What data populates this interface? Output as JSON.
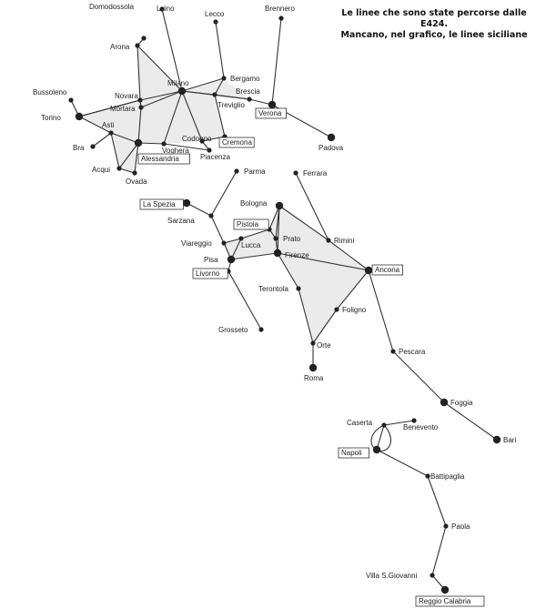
{
  "caption": {
    "line1": "Le linee che sono state percorse dalle E424.",
    "line2": "Mancano, nel grafico, le linee siciliane"
  },
  "cities": [
    {
      "key": "domodossola",
      "name": "Domodossola",
      "boxed": false,
      "big": false
    },
    {
      "key": "luino",
      "name": "Luino",
      "boxed": false,
      "big": false
    },
    {
      "key": "lecco",
      "name": "Lecco",
      "boxed": false,
      "big": false
    },
    {
      "key": "brennero",
      "name": "Brennero",
      "boxed": false,
      "big": false
    },
    {
      "key": "arona",
      "name": "Arona",
      "boxed": false,
      "big": false
    },
    {
      "key": "bergamo",
      "name": "Bergamo",
      "boxed": false,
      "big": false
    },
    {
      "key": "bussoleno",
      "name": "Bussoleno",
      "boxed": false,
      "big": false
    },
    {
      "key": "milano",
      "name": "Milano",
      "boxed": false,
      "big": true
    },
    {
      "key": "novara",
      "name": "Novara",
      "boxed": false,
      "big": false
    },
    {
      "key": "brescia",
      "name": "Brescia",
      "boxed": false,
      "big": false
    },
    {
      "key": "mortara",
      "name": "Mortara",
      "boxed": false,
      "big": false
    },
    {
      "key": "treviglio",
      "name": "Treviglio",
      "boxed": false,
      "big": false
    },
    {
      "key": "verona",
      "name": "Verona",
      "boxed": true,
      "big": true
    },
    {
      "key": "torino",
      "name": "Torino",
      "boxed": false,
      "big": true
    },
    {
      "key": "asti",
      "name": "Asti",
      "boxed": false,
      "big": false
    },
    {
      "key": "padova",
      "name": "Padova",
      "boxed": false,
      "big": true
    },
    {
      "key": "codogno",
      "name": "Codogno",
      "boxed": false,
      "big": false
    },
    {
      "key": "cremona",
      "name": "Cremona",
      "boxed": true,
      "big": false
    },
    {
      "key": "bra",
      "name": "Bra",
      "boxed": false,
      "big": false
    },
    {
      "key": "voghera",
      "name": "Voghera",
      "boxed": false,
      "big": false
    },
    {
      "key": "alessandria",
      "name": "Alessandria",
      "boxed": true,
      "big": true
    },
    {
      "key": "piacenza",
      "name": "Piacenza",
      "boxed": false,
      "big": false
    },
    {
      "key": "acqui",
      "name": "Acqui",
      "boxed": false,
      "big": false
    },
    {
      "key": "ovada",
      "name": "Ovada",
      "boxed": false,
      "big": false
    },
    {
      "key": "parma",
      "name": "Parma",
      "boxed": false,
      "big": false
    },
    {
      "key": "ferrara",
      "name": "Ferrara",
      "boxed": false,
      "big": false
    },
    {
      "key": "laspezia",
      "name": "La Spezia",
      "boxed": true,
      "big": true
    },
    {
      "key": "bologna",
      "name": "Bologna",
      "boxed": false,
      "big": true
    },
    {
      "key": "sarzana",
      "name": "Sarzana",
      "boxed": false,
      "big": false
    },
    {
      "key": "pistoia",
      "name": "Pistoia",
      "boxed": true,
      "big": false
    },
    {
      "key": "prato",
      "name": "Prato",
      "boxed": false,
      "big": false
    },
    {
      "key": "viareggio",
      "name": "Viareggio",
      "boxed": false,
      "big": false
    },
    {
      "key": "rimini",
      "name": "Rimini",
      "boxed": false,
      "big": false
    },
    {
      "key": "lucca",
      "name": "Lucca",
      "boxed": false,
      "big": false
    },
    {
      "key": "firenze",
      "name": "Firenze",
      "boxed": false,
      "big": true
    },
    {
      "key": "pisa",
      "name": "Pisa",
      "boxed": false,
      "big": true
    },
    {
      "key": "livorno",
      "name": "Livorno",
      "boxed": true,
      "big": false
    },
    {
      "key": "ancona",
      "name": "Ancona",
      "boxed": true,
      "big": true
    },
    {
      "key": "terontola",
      "name": "Terontola",
      "boxed": false,
      "big": false
    },
    {
      "key": "foligno",
      "name": "Foligno",
      "boxed": false,
      "big": false
    },
    {
      "key": "grosseto",
      "name": "Grosseto",
      "boxed": false,
      "big": false
    },
    {
      "key": "orte",
      "name": "Orte",
      "boxed": false,
      "big": false
    },
    {
      "key": "pescara",
      "name": "Pescara",
      "boxed": false,
      "big": false
    },
    {
      "key": "roma",
      "name": "Roma",
      "boxed": false,
      "big": true
    },
    {
      "key": "foggia",
      "name": "Foggia",
      "boxed": false,
      "big": true
    },
    {
      "key": "caserta",
      "name": "Caserta",
      "boxed": false,
      "big": false
    },
    {
      "key": "benevento",
      "name": "Benevento",
      "boxed": false,
      "big": false
    },
    {
      "key": "bari",
      "name": "Bari",
      "boxed": false,
      "big": true
    },
    {
      "key": "napoli",
      "name": "Napoli",
      "boxed": true,
      "big": true
    },
    {
      "key": "battipaglia",
      "name": "Battipaglia",
      "boxed": false,
      "big": false
    },
    {
      "key": "paola",
      "name": "Paola",
      "boxed": false,
      "big": false
    },
    {
      "key": "villa",
      "name": "Villa S.Giovanni",
      "boxed": false,
      "big": false
    },
    {
      "key": "reggio",
      "name": "Reggio Calabria",
      "boxed": true,
      "big": true
    }
  ]
}
